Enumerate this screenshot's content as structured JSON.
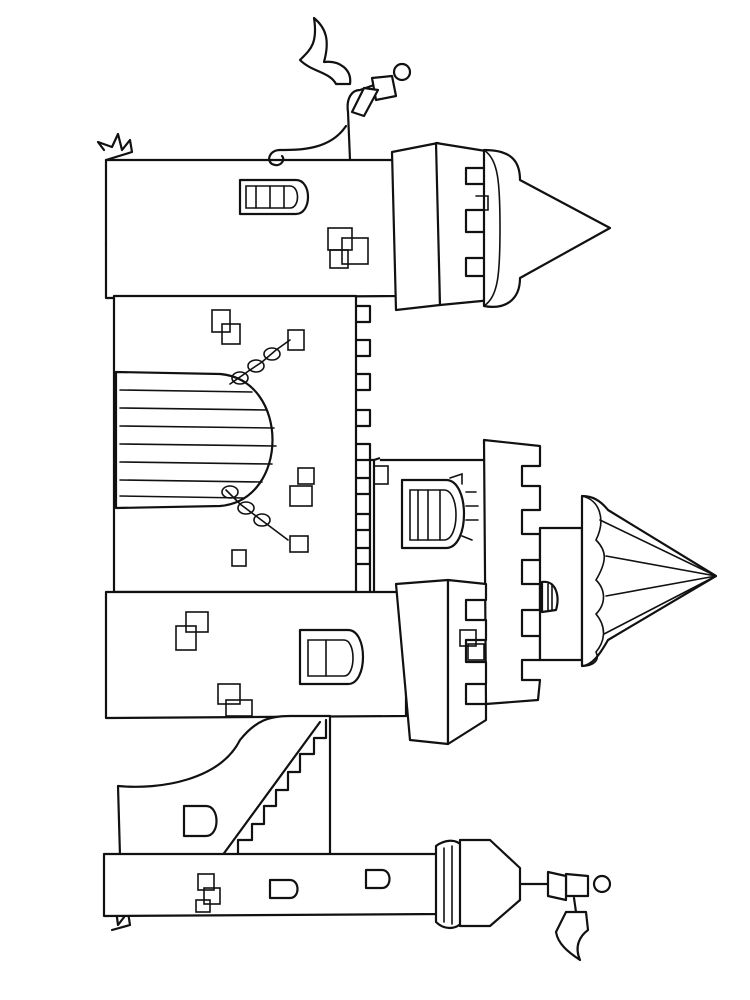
{
  "artwork": {
    "subject": "castle-coloring-page",
    "orientation": "rotated-90-degrees",
    "style": "black-outline-line-art",
    "ink_color": "#111111",
    "paper_color": "#ffffff"
  }
}
